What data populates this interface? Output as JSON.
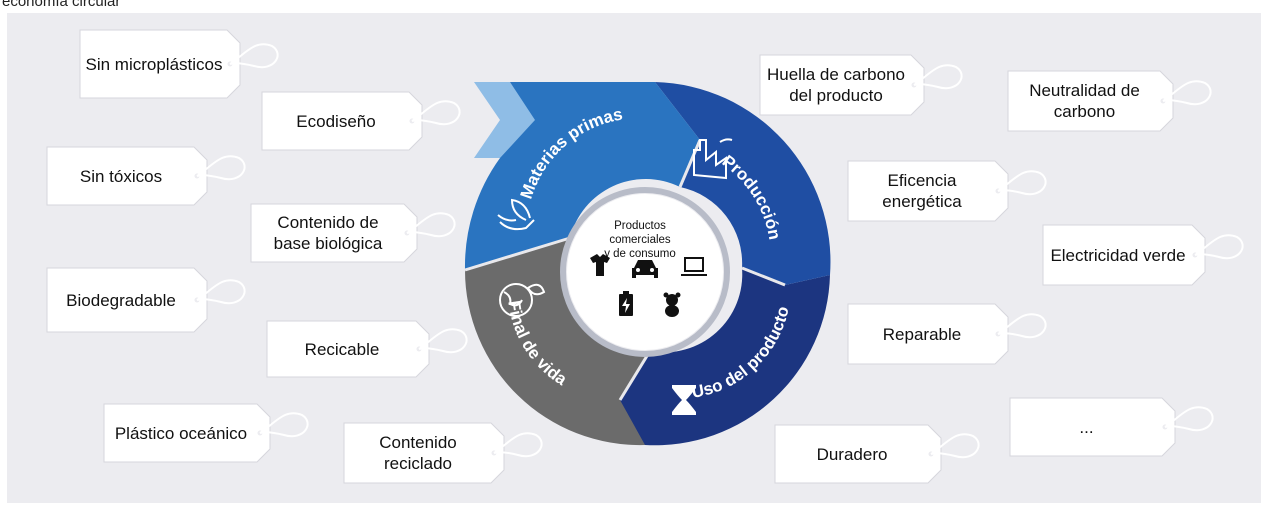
{
  "page_title": "economía circular",
  "cycle": {
    "center_label_line1": "Productos comerciales",
    "center_label_line2": "y de consumo",
    "center_icons": [
      "tshirt-icon",
      "car-icon",
      "laptop-icon",
      "battery-icon",
      "teddy-bear-icon"
    ],
    "stages": [
      {
        "label": "Materias primas",
        "icon": "hands-leaf-icon",
        "color": "#2a74c0"
      },
      {
        "label": "Producción",
        "icon": "factory-icon",
        "color": "#1f4ea3"
      },
      {
        "label": "Uso del producto",
        "icon": "hourglass-icon",
        "color": "#1c3580"
      },
      {
        "label": "Final de vida",
        "icon": "globe-leaf-icon",
        "color": "#6b6b6b"
      }
    ],
    "arrow_accent_color": "#8fbde6"
  },
  "tags_left": [
    {
      "line1": "Sin microplásticos",
      "line2": ""
    },
    {
      "line1": "Ecodiseño",
      "line2": ""
    },
    {
      "line1": "Sin tóxicos",
      "line2": ""
    },
    {
      "line1": "Contenido de",
      "line2": "base biológica"
    },
    {
      "line1": "Biodegradable",
      "line2": ""
    },
    {
      "line1": "Recicable",
      "line2": ""
    },
    {
      "line1": "Plástico oceánico",
      "line2": ""
    },
    {
      "line1": "Contenido reciclado",
      "line2": ""
    }
  ],
  "tags_right": [
    {
      "line1": "Huella de carbono",
      "line2": "del producto"
    },
    {
      "line1": "Neutralidad de",
      "line2": "carbono"
    },
    {
      "line1": "Eficencia",
      "line2": "energética"
    },
    {
      "line1": "Electricidad verde",
      "line2": ""
    },
    {
      "line1": "Reparable",
      "line2": ""
    },
    {
      "line1": "Duradero",
      "line2": ""
    },
    {
      "line1": "...",
      "line2": ""
    }
  ]
}
